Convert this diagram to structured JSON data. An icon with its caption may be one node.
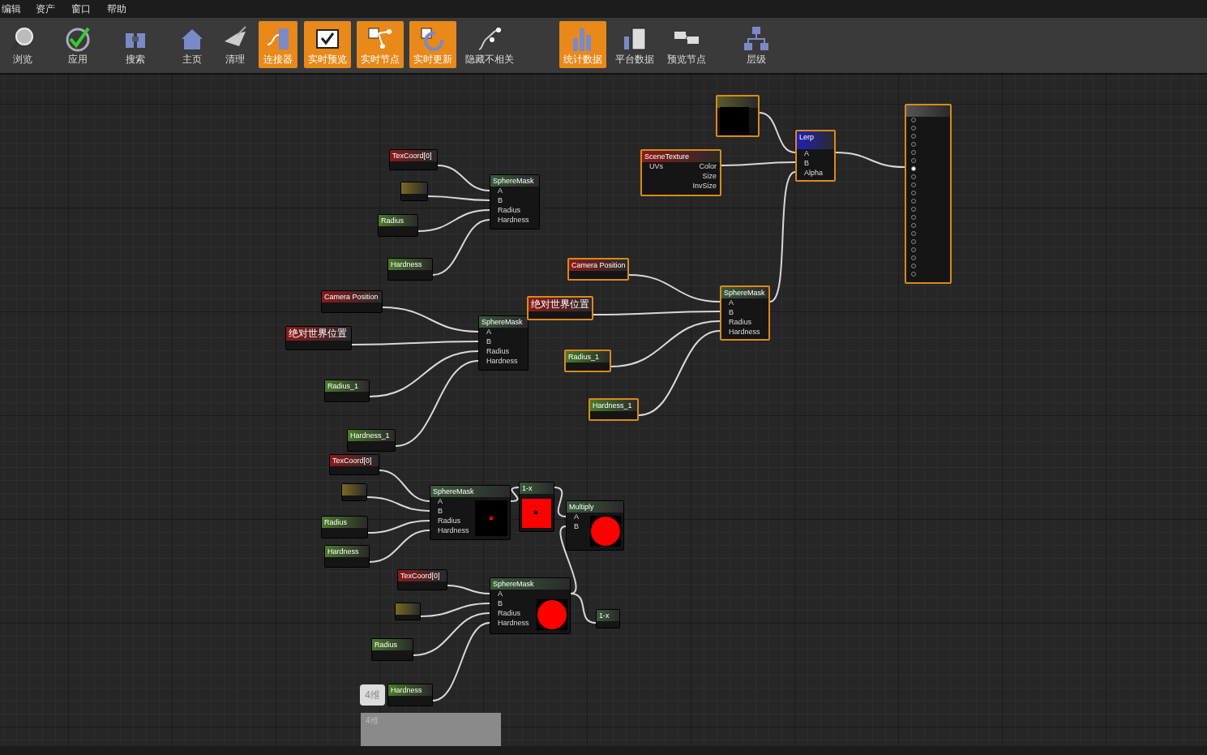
{
  "diagram": {
    "nodes": [
      {
        "text": [],
        "shape": "box"
      },
      {
        "text": [
          "SceneTexture",
          "UVs",
          "Color",
          "Size",
          "InvSize"
        ]
      },
      {
        "text": [
          "Lerp",
          "A",
          "B",
          "Alpha"
        ]
      },
      {
        "text": [],
        "shape": "box"
      },
      {
        "text": [
          "TexCoord[0]"
        ]
      },
      {
        "text": [],
        "shape": "box"
      },
      {
        "text": [
          "Radius"
        ]
      },
      {
        "text": [
          "Hardness"
        ]
      },
      {
        "text": [
          "SphereMask",
          "A",
          "B",
          "Radius",
          "Hardness"
        ]
      },
      {
        "text": [
          "Camera Position"
        ]
      },
      {
        "text": [
          "绝对世界位置"
        ]
      },
      {
        "text": [
          "Radius_1"
        ]
      },
      {
        "text": [
          "Hardness_1"
        ]
      },
      {
        "text": [
          "SphereMask",
          "A",
          "B",
          "Radius",
          "Hardness"
        ]
      },
      {
        "text": [
          "Camera Position"
        ]
      },
      {
        "text": [
          "绝对世界位置"
        ]
      },
      {
        "text": [
          "Radius_1"
        ]
      },
      {
        "text": [
          "Hardness_1"
        ]
      },
      {
        "text": [
          "SphereMask",
          "A",
          "B",
          "Radius",
          "Hardness"
        ]
      },
      {
        "text": [
          "TexCoord[0]"
        ]
      },
      {
        "text": [],
        "shape": "box"
      },
      {
        "text": [
          "Radius"
        ]
      },
      {
        "text": [
          "Hardness"
        ]
      },
      {
        "text": [
          "SphereMask",
          "A",
          "B",
          "Radius",
          "Hardness"
        ]
      },
      {
        "text": [
          "1-x"
        ]
      },
      {
        "text": [
          "TexCoord[0]"
        ]
      },
      {
        "text": [],
        "shape": "box"
      },
      {
        "text": [
          "Radius"
        ]
      },
      {
        "text": [
          "Hardness"
        ]
      },
      {
        "text": [
          "SphereMask",
          "A",
          "B",
          "Radius",
          "Hardness"
        ]
      },
      {
        "text": [
          "Multiply",
          "A",
          "B"
        ]
      },
      {
        "text": [
          "1-x"
        ]
      }
    ],
    "edges": [
      {
        "from": 0,
        "to": 2,
        "arrow": "none"
      },
      {
        "from": 1,
        "to": 2,
        "arrow": "none"
      },
      {
        "from": 2,
        "to": 3,
        "arrow": "none"
      },
      {
        "from": 18,
        "to": 2,
        "arrow": "none"
      },
      {
        "from": 4,
        "to": 8,
        "arrow": "none"
      },
      {
        "from": 5,
        "to": 8,
        "arrow": "none"
      },
      {
        "from": 6,
        "to": 8,
        "arrow": "none"
      },
      {
        "from": 7,
        "to": 8,
        "arrow": "none"
      },
      {
        "from": 9,
        "to": 13,
        "arrow": "none"
      },
      {
        "from": 10,
        "to": 13,
        "arrow": "none"
      },
      {
        "from": 11,
        "to": 13,
        "arrow": "none"
      },
      {
        "from": 12,
        "to": 13,
        "arrow": "none"
      },
      {
        "from": 14,
        "to": 18,
        "arrow": "none"
      },
      {
        "from": 15,
        "to": 18,
        "arrow": "none"
      },
      {
        "from": 16,
        "to": 18,
        "arrow": "none"
      },
      {
        "from": 17,
        "to": 18,
        "arrow": "none"
      },
      {
        "from": 19,
        "to": 23,
        "arrow": "none"
      },
      {
        "from": 20,
        "to": 23,
        "arrow": "none"
      },
      {
        "from": 21,
        "to": 23,
        "arrow": "none"
      },
      {
        "from": 22,
        "to": 23,
        "arrow": "none"
      },
      {
        "from": 23,
        "to": 24,
        "arrow": "none"
      },
      {
        "from": 24,
        "to": 30,
        "arrow": "none"
      },
      {
        "from": 25,
        "to": 29,
        "arrow": "none"
      },
      {
        "from": 26,
        "to": 29,
        "arrow": "none"
      },
      {
        "from": 27,
        "to": 29,
        "arrow": "none"
      },
      {
        "from": 28,
        "to": 29,
        "arrow": "none"
      },
      {
        "from": 29,
        "to": 30,
        "arrow": "none"
      },
      {
        "from": 29,
        "to": 31,
        "arrow": "none"
      }
    ],
    "labels": [
      "编辑",
      "资产",
      "窗口",
      "帮助",
      "浏览",
      "应用",
      "搜索",
      "主页",
      "清理",
      "连接器",
      "实时预览",
      "实时节点",
      "实时更新",
      "隐藏不相关",
      "统计数据",
      "平台数据",
      "预览节点",
      "层级",
      "4维",
      "4维"
    ]
  }
}
